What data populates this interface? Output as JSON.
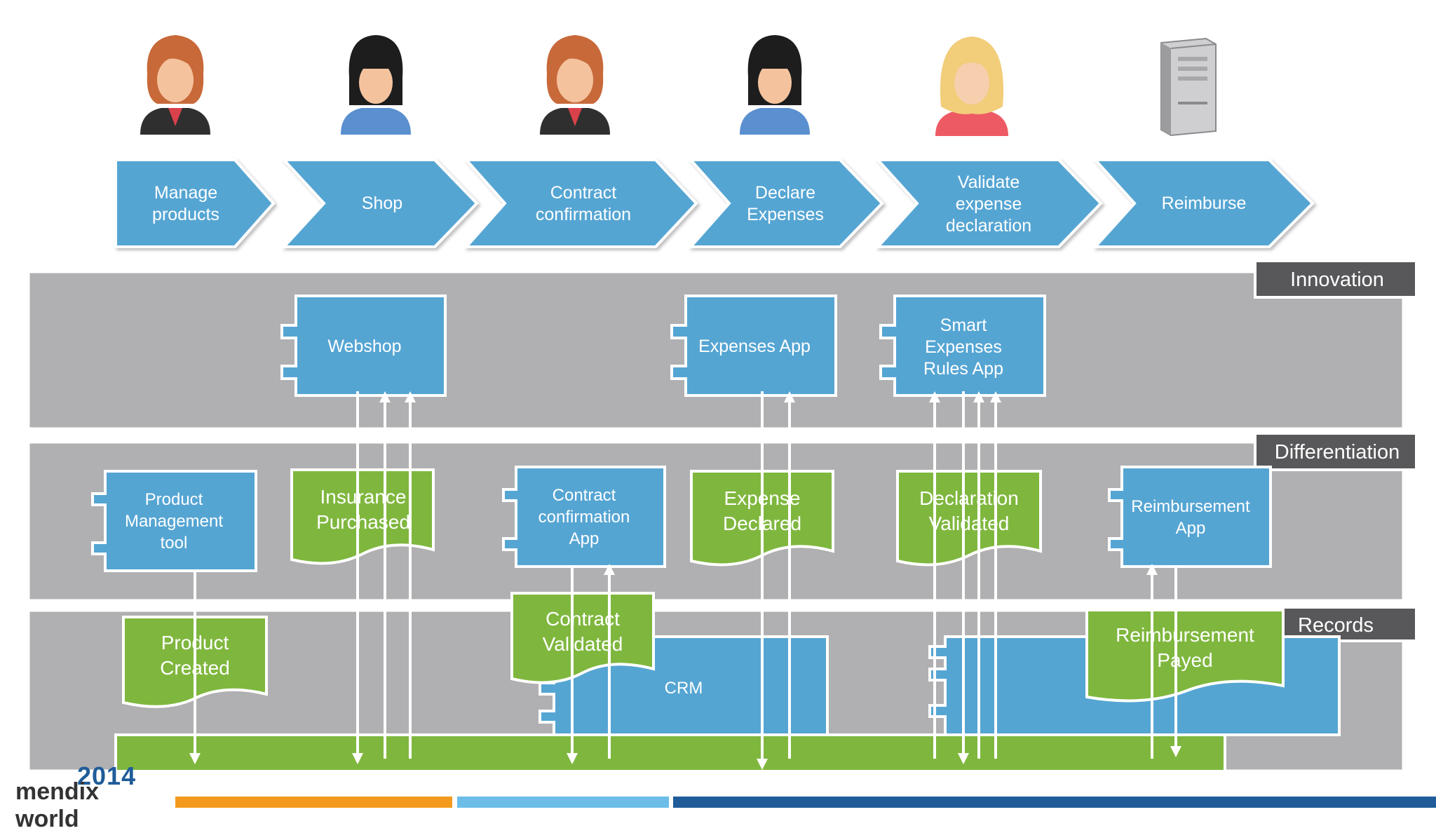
{
  "steps": [
    {
      "id": "manage-products",
      "lines": [
        "Manage",
        "products"
      ]
    },
    {
      "id": "shop",
      "lines": [
        "Shop"
      ]
    },
    {
      "id": "contract-confirmation",
      "lines": [
        "Contract",
        "confirmation"
      ]
    },
    {
      "id": "declare-expenses",
      "lines": [
        "Declare",
        "Expenses"
      ]
    },
    {
      "id": "validate-expense-declaration",
      "lines": [
        "Validate",
        "expense",
        "declaration"
      ]
    },
    {
      "id": "reimburse",
      "lines": [
        "Reimburse"
      ]
    }
  ],
  "layers": [
    {
      "id": "innovation",
      "label": "Innovation"
    },
    {
      "id": "differentiation",
      "label": "Differentiation"
    },
    {
      "id": "records",
      "label": "Records"
    }
  ],
  "apps": [
    {
      "id": "webshop",
      "lines": [
        "Webshop"
      ]
    },
    {
      "id": "expenses-app",
      "lines": [
        "Expenses App"
      ]
    },
    {
      "id": "smart-expenses-rules-app",
      "lines": [
        "Smart",
        "Expenses",
        "Rules App"
      ]
    },
    {
      "id": "product-management-tool",
      "lines": [
        "Product",
        "Management",
        "tool"
      ]
    },
    {
      "id": "contract-confirmation-app",
      "lines": [
        "Contract",
        "confirmation",
        "App"
      ]
    },
    {
      "id": "reimbursement-app",
      "lines": [
        "Reimbursement",
        "App"
      ]
    },
    {
      "id": "crm",
      "lines": [
        "CRM"
      ]
    }
  ],
  "events": [
    {
      "id": "insurance-purchased",
      "lines": [
        "Insurance",
        "Purchased"
      ]
    },
    {
      "id": "expense-declared",
      "lines": [
        "Expense",
        "Declared"
      ]
    },
    {
      "id": "declaration-validated",
      "lines": [
        "Declaration",
        "Validated"
      ]
    },
    {
      "id": "product-created",
      "lines": [
        "Product",
        "Created"
      ]
    },
    {
      "id": "contract-validated",
      "lines": [
        "Contract",
        "Validated"
      ]
    },
    {
      "id": "reimbursement-payed",
      "lines": [
        "Reimbursement",
        "Payed"
      ]
    }
  ],
  "logo": {
    "year": "2014",
    "name": "mendix world"
  },
  "colors": {
    "blue": "#55a5d3",
    "green": "#7fb73e",
    "gray": "#b0afb1",
    "dark": "#58585a",
    "orange": "#f39a1e",
    "lightblue": "#6cbde8",
    "navy": "#1f5c99"
  }
}
